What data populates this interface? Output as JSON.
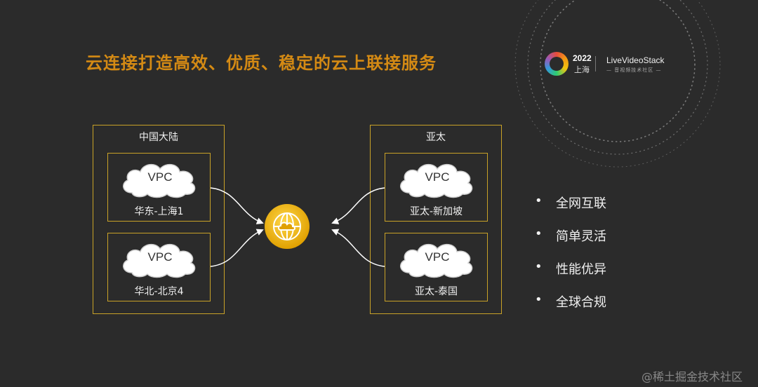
{
  "title": "云连接打造高效、优质、稳定的云上联接服务",
  "logo": {
    "year": "2022",
    "city": "上海",
    "brand": "LiveVideoStack",
    "subtitle": "— 音视频技术社区 —"
  },
  "regions": [
    {
      "label": "中国大陆",
      "vpcs": [
        {
          "cloud": "VPC",
          "label": "华东-上海1"
        },
        {
          "cloud": "VPC",
          "label": "华北-北京4"
        }
      ]
    },
    {
      "label": "亚太",
      "vpcs": [
        {
          "cloud": "VPC",
          "label": "亚太-新加坡"
        },
        {
          "cloud": "VPC",
          "label": "亚太-泰国"
        }
      ]
    }
  ],
  "features": [
    "全网互联",
    "简单灵活",
    "性能优异",
    "全球合规"
  ],
  "watermark": "@稀土掘金技术社区",
  "colors": {
    "background": "#2b2b2b",
    "accent": "#d48a14",
    "border": "#c9a227",
    "hub": "#f0b400"
  },
  "hub_icon": "cloud-globe-icon"
}
